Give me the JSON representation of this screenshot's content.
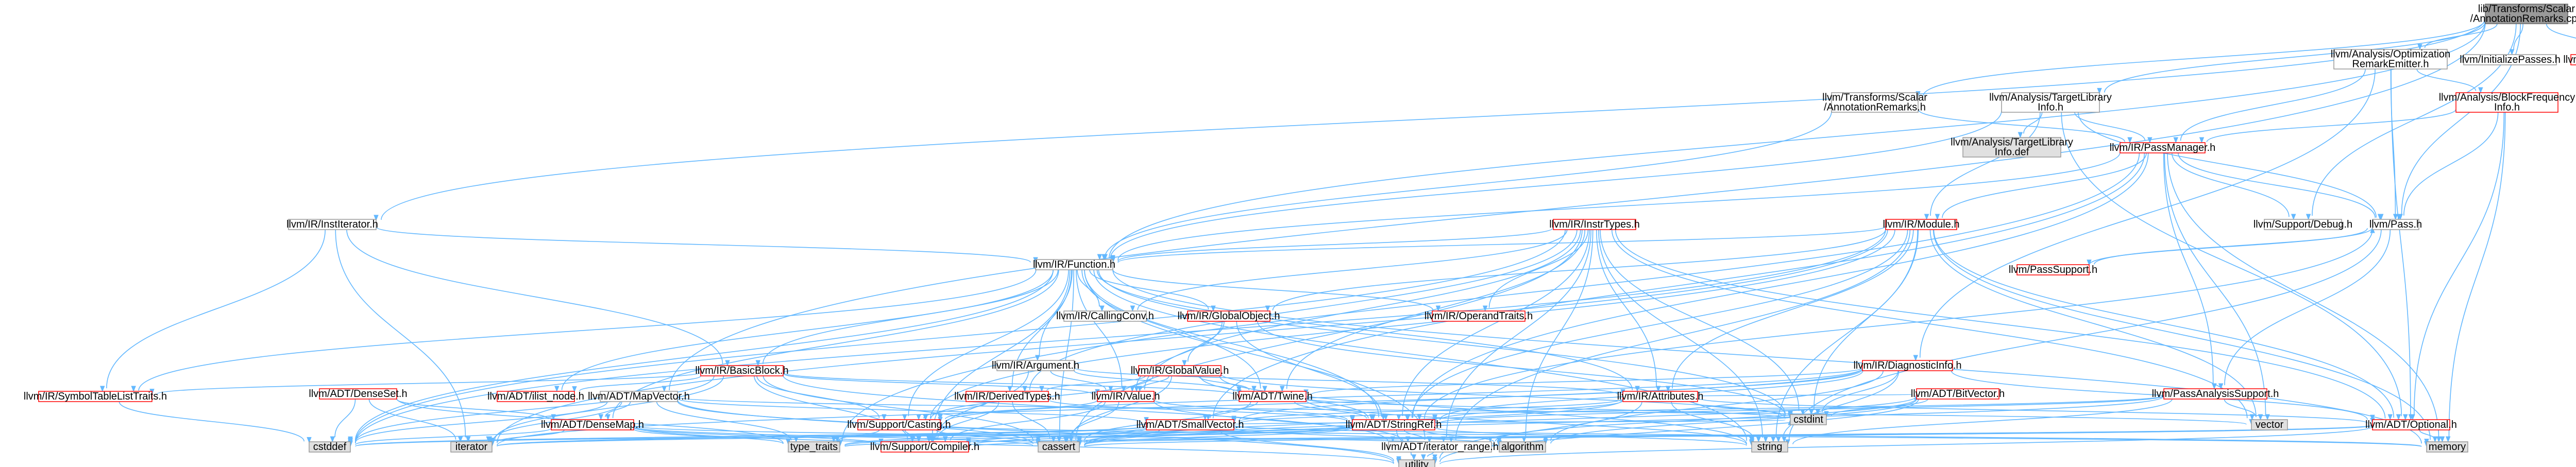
{
  "nodes": [
    {
      "id": "root",
      "lines": [
        "lib/Transforms/Scalar",
        "/AnnotationRemarks.cpp"
      ],
      "style": "root"
    },
    {
      "id": "ore",
      "lines": [
        "llvm/Analysis/Optimization",
        "RemarkEmitter.h"
      ],
      "style": "normal"
    },
    {
      "id": "initpasses",
      "lines": [
        "llvm/InitializePasses.h"
      ],
      "style": "normal"
    },
    {
      "id": "scalar",
      "lines": [
        "llvm/Transforms/Scalar.h"
      ],
      "style": "red"
    },
    {
      "id": "annoth",
      "lines": [
        "llvm/Transforms/Scalar",
        "/AnnotationRemarks.h"
      ],
      "style": "normal"
    },
    {
      "id": "tli",
      "lines": [
        "llvm/Analysis/TargetLibrary",
        "Info.h"
      ],
      "style": "normal"
    },
    {
      "id": "bfi",
      "lines": [
        "llvm/Analysis/BlockFrequency",
        "Info.h"
      ],
      "style": "red"
    },
    {
      "id": "tlidef",
      "lines": [
        "llvm/Analysis/TargetLibrary",
        "Info.def"
      ],
      "style": "gray"
    },
    {
      "id": "passmgr",
      "lines": [
        "llvm/IR/PassManager.h"
      ],
      "style": "red"
    },
    {
      "id": "institer",
      "lines": [
        "llvm/IR/InstIterator.h"
      ],
      "style": "normal"
    },
    {
      "id": "insttypes",
      "lines": [
        "llvm/IR/InstrTypes.h"
      ],
      "style": "red"
    },
    {
      "id": "module",
      "lines": [
        "llvm/IR/Module.h"
      ],
      "style": "red"
    },
    {
      "id": "debug",
      "lines": [
        "llvm/Support/Debug.h"
      ],
      "style": "normal"
    },
    {
      "id": "pass",
      "lines": [
        "llvm/Pass.h"
      ],
      "style": "normal"
    },
    {
      "id": "function",
      "lines": [
        "llvm/IR/Function.h"
      ],
      "style": "normal"
    },
    {
      "id": "passsupport",
      "lines": [
        "llvm/PassSupport.h"
      ],
      "style": "red"
    },
    {
      "id": "callingconv",
      "lines": [
        "llvm/IR/CallingConv.h"
      ],
      "style": "normal"
    },
    {
      "id": "globalobj",
      "lines": [
        "llvm/IR/GlobalObject.h"
      ],
      "style": "red"
    },
    {
      "id": "operandtraits",
      "lines": [
        "llvm/IR/OperandTraits.h"
      ],
      "style": "red"
    },
    {
      "id": "diaginfo",
      "lines": [
        "llvm/IR/DiagnosticInfo.h"
      ],
      "style": "red"
    },
    {
      "id": "argument",
      "lines": [
        "llvm/IR/Argument.h"
      ],
      "style": "normal"
    },
    {
      "id": "globalvalue",
      "lines": [
        "llvm/IR/GlobalValue.h"
      ],
      "style": "red"
    },
    {
      "id": "basicblock",
      "lines": [
        "llvm/IR/BasicBlock.h"
      ],
      "style": "red"
    },
    {
      "id": "bitvector",
      "lines": [
        "llvm/ADT/BitVector.h"
      ],
      "style": "red"
    },
    {
      "id": "passanalysis",
      "lines": [
        "llvm/PassAnalysisSupport.h"
      ],
      "style": "red"
    },
    {
      "id": "symtab",
      "lines": [
        "llvm/IR/SymbolTableListTraits.h"
      ],
      "style": "red"
    },
    {
      "id": "denseset",
      "lines": [
        "llvm/ADT/DenseSet.h"
      ],
      "style": "red"
    },
    {
      "id": "ilistnode",
      "lines": [
        "llvm/ADT/ilist_node.h"
      ],
      "style": "red"
    },
    {
      "id": "mapvector",
      "lines": [
        "llvm/ADT/MapVector.h"
      ],
      "style": "normal"
    },
    {
      "id": "derivedtypes",
      "lines": [
        "llvm/IR/DerivedTypes.h"
      ],
      "style": "red"
    },
    {
      "id": "value",
      "lines": [
        "llvm/IR/Value.h"
      ],
      "style": "red"
    },
    {
      "id": "twine",
      "lines": [
        "llvm/ADT/Twine.h"
      ],
      "style": "red"
    },
    {
      "id": "attributes",
      "lines": [
        "llvm/IR/Attributes.h"
      ],
      "style": "red"
    },
    {
      "id": "densemap",
      "lines": [
        "llvm/ADT/DenseMap.h"
      ],
      "style": "red"
    },
    {
      "id": "casting",
      "lines": [
        "llvm/Support/Casting.h"
      ],
      "style": "red"
    },
    {
      "id": "smallvector",
      "lines": [
        "llvm/ADT/SmallVector.h"
      ],
      "style": "red"
    },
    {
      "id": "stringref",
      "lines": [
        "llvm/ADT/StringRef.h"
      ],
      "style": "red"
    },
    {
      "id": "optional",
      "lines": [
        "llvm/ADT/Optional.h"
      ],
      "style": "red"
    },
    {
      "id": "cstddef",
      "lines": [
        "cstddef"
      ],
      "style": "gray"
    },
    {
      "id": "iterator",
      "lines": [
        "iterator"
      ],
      "style": "gray"
    },
    {
      "id": "typetraits",
      "lines": [
        "type_traits"
      ],
      "style": "gray"
    },
    {
      "id": "compiler",
      "lines": [
        "llvm/Support/Compiler.h"
      ],
      "style": "red"
    },
    {
      "id": "cassert",
      "lines": [
        "cassert"
      ],
      "style": "gray"
    },
    {
      "id": "iterrange",
      "lines": [
        "llvm/ADT/iterator_range.h"
      ],
      "style": "normal"
    },
    {
      "id": "algorithm",
      "lines": [
        "algorithm"
      ],
      "style": "gray"
    },
    {
      "id": "string",
      "lines": [
        "string"
      ],
      "style": "gray"
    },
    {
      "id": "cstdint",
      "lines": [
        "cstdint"
      ],
      "style": "gray"
    },
    {
      "id": "vector",
      "lines": [
        "vector"
      ],
      "style": "gray"
    },
    {
      "id": "memory",
      "lines": [
        "memory"
      ],
      "style": "gray"
    },
    {
      "id": "utility",
      "lines": [
        "utility"
      ],
      "style": "gray"
    }
  ],
  "edges": [
    [
      "root",
      "ore"
    ],
    [
      "root",
      "initpasses"
    ],
    [
      "root",
      "scalar"
    ],
    [
      "root",
      "annoth"
    ],
    [
      "root",
      "tli"
    ],
    [
      "root",
      "institer"
    ],
    [
      "root",
      "function"
    ],
    [
      "root",
      "debug"
    ],
    [
      "root",
      "pass"
    ],
    [
      "root",
      "mapvector"
    ],
    [
      "ore",
      "bfi"
    ],
    [
      "ore",
      "passmgr"
    ],
    [
      "ore",
      "pass"
    ],
    [
      "ore",
      "diaginfo"
    ],
    [
      "ore",
      "optional"
    ],
    [
      "annoth",
      "passmgr"
    ],
    [
      "annoth",
      "function"
    ],
    [
      "tli",
      "tlidef"
    ],
    [
      "tli",
      "passmgr"
    ],
    [
      "tli",
      "function"
    ],
    [
      "tli",
      "module"
    ],
    [
      "tli",
      "pass"
    ],
    [
      "tli",
      "optional"
    ],
    [
      "bfi",
      "passmgr"
    ],
    [
      "bfi",
      "pass"
    ],
    [
      "bfi",
      "memory"
    ],
    [
      "bfi",
      "optional"
    ],
    [
      "passmgr",
      "function"
    ],
    [
      "passmgr",
      "module"
    ],
    [
      "passmgr",
      "debug"
    ],
    [
      "passmgr",
      "pass"
    ],
    [
      "passmgr",
      "passanalysis"
    ],
    [
      "passmgr",
      "stringref"
    ],
    [
      "passmgr",
      "smallvector"
    ],
    [
      "passmgr",
      "memory"
    ],
    [
      "passmgr",
      "vector"
    ],
    [
      "passmgr",
      "typetraits"
    ],
    [
      "passmgr",
      "cstring"
    ],
    [
      "institer",
      "function"
    ],
    [
      "institer",
      "basicblock"
    ],
    [
      "institer",
      "symtab"
    ],
    [
      "institer",
      "iterator"
    ],
    [
      "insttypes",
      "function"
    ],
    [
      "insttypes",
      "attributes"
    ],
    [
      "insttypes",
      "callingconv"
    ],
    [
      "insttypes",
      "derivedtypes"
    ],
    [
      "insttypes",
      "operandtraits"
    ],
    [
      "insttypes",
      "twine"
    ],
    [
      "insttypes",
      "value"
    ],
    [
      "insttypes",
      "stringref"
    ],
    [
      "insttypes",
      "iterrange"
    ],
    [
      "insttypes",
      "algorithm"
    ],
    [
      "insttypes",
      "cassert"
    ],
    [
      "insttypes",
      "cstddef"
    ],
    [
      "insttypes",
      "cstdint"
    ],
    [
      "insttypes",
      "string"
    ],
    [
      "insttypes",
      "vector"
    ],
    [
      "insttypes",
      "optional"
    ],
    [
      "insttypes",
      "sequence"
    ],
    [
      "module",
      "function"
    ],
    [
      "module",
      "attributes"
    ],
    [
      "module",
      "globalobj"
    ],
    [
      "module",
      "stringref"
    ],
    [
      "module",
      "iterrange"
    ],
    [
      "module",
      "cstddef"
    ],
    [
      "module",
      "cstdint"
    ],
    [
      "module",
      "iterator"
    ],
    [
      "module",
      "memory"
    ],
    [
      "module",
      "string"
    ],
    [
      "module",
      "vector"
    ],
    [
      "module",
      "optional"
    ],
    [
      "module",
      "casting"
    ],
    [
      "pass",
      "passsupport"
    ],
    [
      "pass",
      "passanalysis"
    ],
    [
      "pass",
      "string"
    ],
    [
      "pass",
      "stringref"
    ],
    [
      "passsupport",
      "pass"
    ],
    [
      "function",
      "callingconv"
    ],
    [
      "function",
      "globalobj"
    ],
    [
      "function",
      "operandtraits"
    ],
    [
      "function",
      "argument"
    ],
    [
      "function",
      "basicblock"
    ],
    [
      "function",
      "derivedtypes"
    ],
    [
      "function",
      "attributes"
    ],
    [
      "function",
      "symtab"
    ],
    [
      "function",
      "value"
    ],
    [
      "function",
      "twine"
    ],
    [
      "function",
      "densemap"
    ],
    [
      "function",
      "ilistnode"
    ],
    [
      "function",
      "stringref"
    ],
    [
      "function",
      "iterrange"
    ],
    [
      "function",
      "casting"
    ],
    [
      "function",
      "compiler"
    ],
    [
      "function",
      "cassert"
    ],
    [
      "function",
      "cstddef"
    ],
    [
      "function",
      "cstdint"
    ],
    [
      "function",
      "memory"
    ],
    [
      "function",
      "string"
    ],
    [
      "globalobj",
      "globalvalue"
    ],
    [
      "globalobj",
      "value"
    ],
    [
      "globalobj",
      "stringref"
    ],
    [
      "globalobj",
      "cstdint"
    ],
    [
      "globalvalue",
      "derivedtypes"
    ],
    [
      "globalvalue",
      "value"
    ],
    [
      "globalvalue",
      "twine"
    ],
    [
      "globalvalue",
      "stringref"
    ],
    [
      "globalvalue",
      "casting"
    ],
    [
      "globalvalue",
      "cassert"
    ],
    [
      "globalvalue",
      "cstdint"
    ],
    [
      "globalvalue",
      "string"
    ],
    [
      "argument",
      "value"
    ],
    [
      "argument",
      "twine"
    ],
    [
      "argument",
      "attributes"
    ],
    [
      "argument",
      "compiler"
    ],
    [
      "diaginfo",
      "twine"
    ],
    [
      "diaginfo",
      "stringref"
    ],
    [
      "diaginfo",
      "smallvector"
    ],
    [
      "diaginfo",
      "casting"
    ],
    [
      "diaginfo",
      "cstdint"
    ],
    [
      "diaginfo",
      "iterator"
    ],
    [
      "diaginfo",
      "string"
    ],
    [
      "diaginfo",
      "optional"
    ],
    [
      "diaginfo",
      "algorithm"
    ],
    [
      "basicblock",
      "ilistnode"
    ],
    [
      "basicblock",
      "twine"
    ],
    [
      "basicblock",
      "value"
    ],
    [
      "basicblock",
      "symtab"
    ],
    [
      "basicblock",
      "iterrange"
    ],
    [
      "basicblock",
      "casting"
    ],
    [
      "basicblock",
      "compiler"
    ],
    [
      "basicblock",
      "cassert"
    ],
    [
      "basicblock",
      "cstddef"
    ],
    [
      "basicblock",
      "iterator"
    ],
    [
      "bitvector",
      "iterrange"
    ],
    [
      "bitvector",
      "algorithm"
    ],
    [
      "bitvector",
      "cassert"
    ],
    [
      "bitvector",
      "cstdint"
    ],
    [
      "bitvector",
      "utility"
    ],
    [
      "bitvector",
      "cstring"
    ],
    [
      "passanalysis",
      "stringref"
    ],
    [
      "passanalysis",
      "smallvector"
    ],
    [
      "passanalysis",
      "cassert"
    ],
    [
      "passanalysis",
      "vector"
    ],
    [
      "passanalysis",
      "string"
    ],
    [
      "symtab",
      "cstddef"
    ],
    [
      "denseset",
      "densemap"
    ],
    [
      "denseset",
      "cstddef"
    ],
    [
      "denseset",
      "iterator"
    ],
    [
      "denseset",
      "typetraits"
    ],
    [
      "mapvector",
      "densemap"
    ],
    [
      "mapvector",
      "smallvector"
    ],
    [
      "mapvector",
      "cassert"
    ],
    [
      "mapvector",
      "cstddef"
    ],
    [
      "mapvector",
      "iterator"
    ],
    [
      "mapvector",
      "typetraits"
    ],
    [
      "mapvector",
      "utility"
    ],
    [
      "mapvector",
      "vector"
    ],
    [
      "derivedtypes",
      "casting"
    ],
    [
      "derivedtypes",
      "compiler"
    ],
    [
      "derivedtypes",
      "cassert"
    ],
    [
      "derivedtypes",
      "stringref"
    ],
    [
      "value",
      "casting"
    ],
    [
      "value",
      "compiler"
    ],
    [
      "value",
      "iterrange"
    ],
    [
      "value",
      "cassert"
    ],
    [
      "value",
      "stringref"
    ],
    [
      "twine",
      "smallvector"
    ],
    [
      "twine",
      "stringref"
    ],
    [
      "twine",
      "cassert"
    ],
    [
      "twine",
      "cstdint"
    ],
    [
      "twine",
      "string"
    ],
    [
      "attributes",
      "bitvector"
    ],
    [
      "attributes",
      "stringref"
    ],
    [
      "attributes",
      "smallvector"
    ],
    [
      "attributes",
      "optional"
    ],
    [
      "attributes",
      "cassert"
    ],
    [
      "attributes",
      "cstdint"
    ],
    [
      "attributes",
      "string"
    ],
    [
      "attributes",
      "utility"
    ],
    [
      "densemap",
      "compiler"
    ],
    [
      "densemap",
      "algorithm"
    ],
    [
      "densemap",
      "cassert"
    ],
    [
      "densemap",
      "cstddef"
    ],
    [
      "densemap",
      "iterator"
    ],
    [
      "densemap",
      "typetraits"
    ],
    [
      "densemap",
      "utility"
    ],
    [
      "casting",
      "compiler"
    ],
    [
      "casting",
      "cassert"
    ],
    [
      "casting",
      "memory"
    ],
    [
      "casting",
      "typetraits"
    ],
    [
      "smallvector",
      "compiler"
    ],
    [
      "smallvector",
      "algorithm"
    ],
    [
      "smallvector",
      "cassert"
    ],
    [
      "smallvector",
      "cstddef"
    ],
    [
      "smallvector",
      "cstdint"
    ],
    [
      "smallvector",
      "iterator"
    ],
    [
      "smallvector",
      "memory"
    ],
    [
      "smallvector",
      "typetraits"
    ],
    [
      "smallvector",
      "utility"
    ],
    [
      "stringref",
      "iterrange"
    ],
    [
      "stringref",
      "compiler"
    ],
    [
      "stringref",
      "algorithm"
    ],
    [
      "stringref",
      "cassert"
    ],
    [
      "stringref",
      "cstddef"
    ],
    [
      "stringref",
      "iterator"
    ],
    [
      "stringref",
      "string"
    ],
    [
      "stringref",
      "typetraits"
    ],
    [
      "stringref",
      "utility"
    ],
    [
      "optional",
      "compiler"
    ],
    [
      "optional",
      "cassert"
    ],
    [
      "optional",
      "memory"
    ],
    [
      "optional",
      "utility"
    ],
    [
      "optional",
      "typetraits"
    ],
    [
      "iterrange",
      "utility"
    ]
  ]
}
